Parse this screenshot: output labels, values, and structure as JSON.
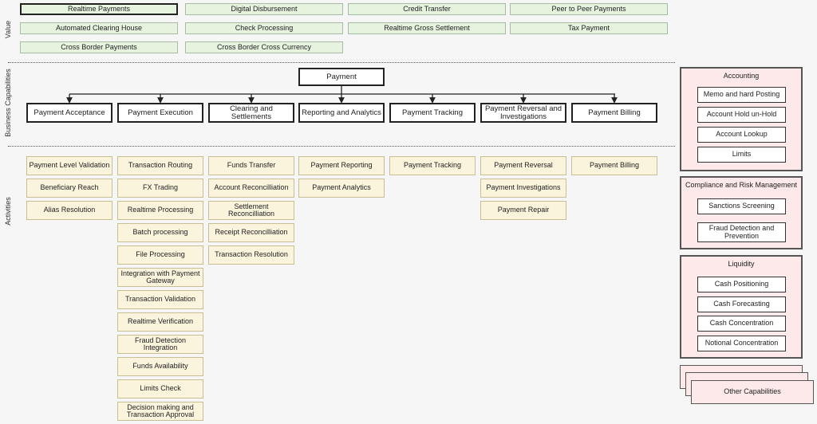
{
  "sections": {
    "value": "Value",
    "business": "Business Capabilities",
    "activities": "Activities"
  },
  "value_items": [
    "Realtime Payments",
    "Digital Disbursement",
    "Credit Transfer",
    "Peer to Peer Payments",
    "Automated Clearing House",
    "Check Processing",
    "Realtime Gross Settlement",
    "Tax Payment",
    "Cross Border Payments",
    "Cross Border Cross Currency"
  ],
  "root_capability": "Payment",
  "capabilities": [
    "Payment Acceptance",
    "Payment Execution",
    "Clearing and Settlements",
    "Reporting and Analytics",
    "Payment Tracking",
    "Payment Reversal and Investigations",
    "Payment Billing"
  ],
  "activities": [
    [
      "Payment Level Validation",
      "Beneficiary Reach",
      "Alias Resolution"
    ],
    [
      "Transaction Routing",
      "FX Trading",
      "Realtime Processing",
      "Batch processing",
      "File Processing",
      "Integration with Payment Gateway",
      "Transaction Validation",
      "Realtime Verification",
      "Fraud Detection Integration",
      "Funds Availability",
      "Limits Check",
      "Decision making and Transaction Approval"
    ],
    [
      "Funds Transfer",
      "Account Reconcilliation",
      "Settlement Reconcilliation",
      "Receipt Reconcilliation",
      "Transaction Resolution"
    ],
    [
      "Payment Reporting",
      "Payment Analytics"
    ],
    [
      "Payment Tracking"
    ],
    [
      "Payment Reversal",
      "Payment Investigations",
      "Payment Repair"
    ],
    [
      "Payment Billing"
    ]
  ],
  "panels": [
    {
      "title": "Accounting",
      "items": [
        "Memo and hard Posting",
        "Account Hold un-Hold",
        "Account Lookup",
        "Limits"
      ]
    },
    {
      "title": "Compliance and Risk Management",
      "items": [
        "Sanctions Screening",
        "Fraud Detection and Prevention"
      ]
    },
    {
      "title": "Liquidity",
      "items": [
        "Cash Positioning",
        "Cash Forecasting",
        "Cash Concentration",
        "Notional Concentration"
      ]
    }
  ],
  "other": "Other Capabilities",
  "colors": {
    "value_fill": "#e6f3df",
    "activity_fill": "#fbf4dd",
    "panel_fill": "#fde9e9"
  }
}
